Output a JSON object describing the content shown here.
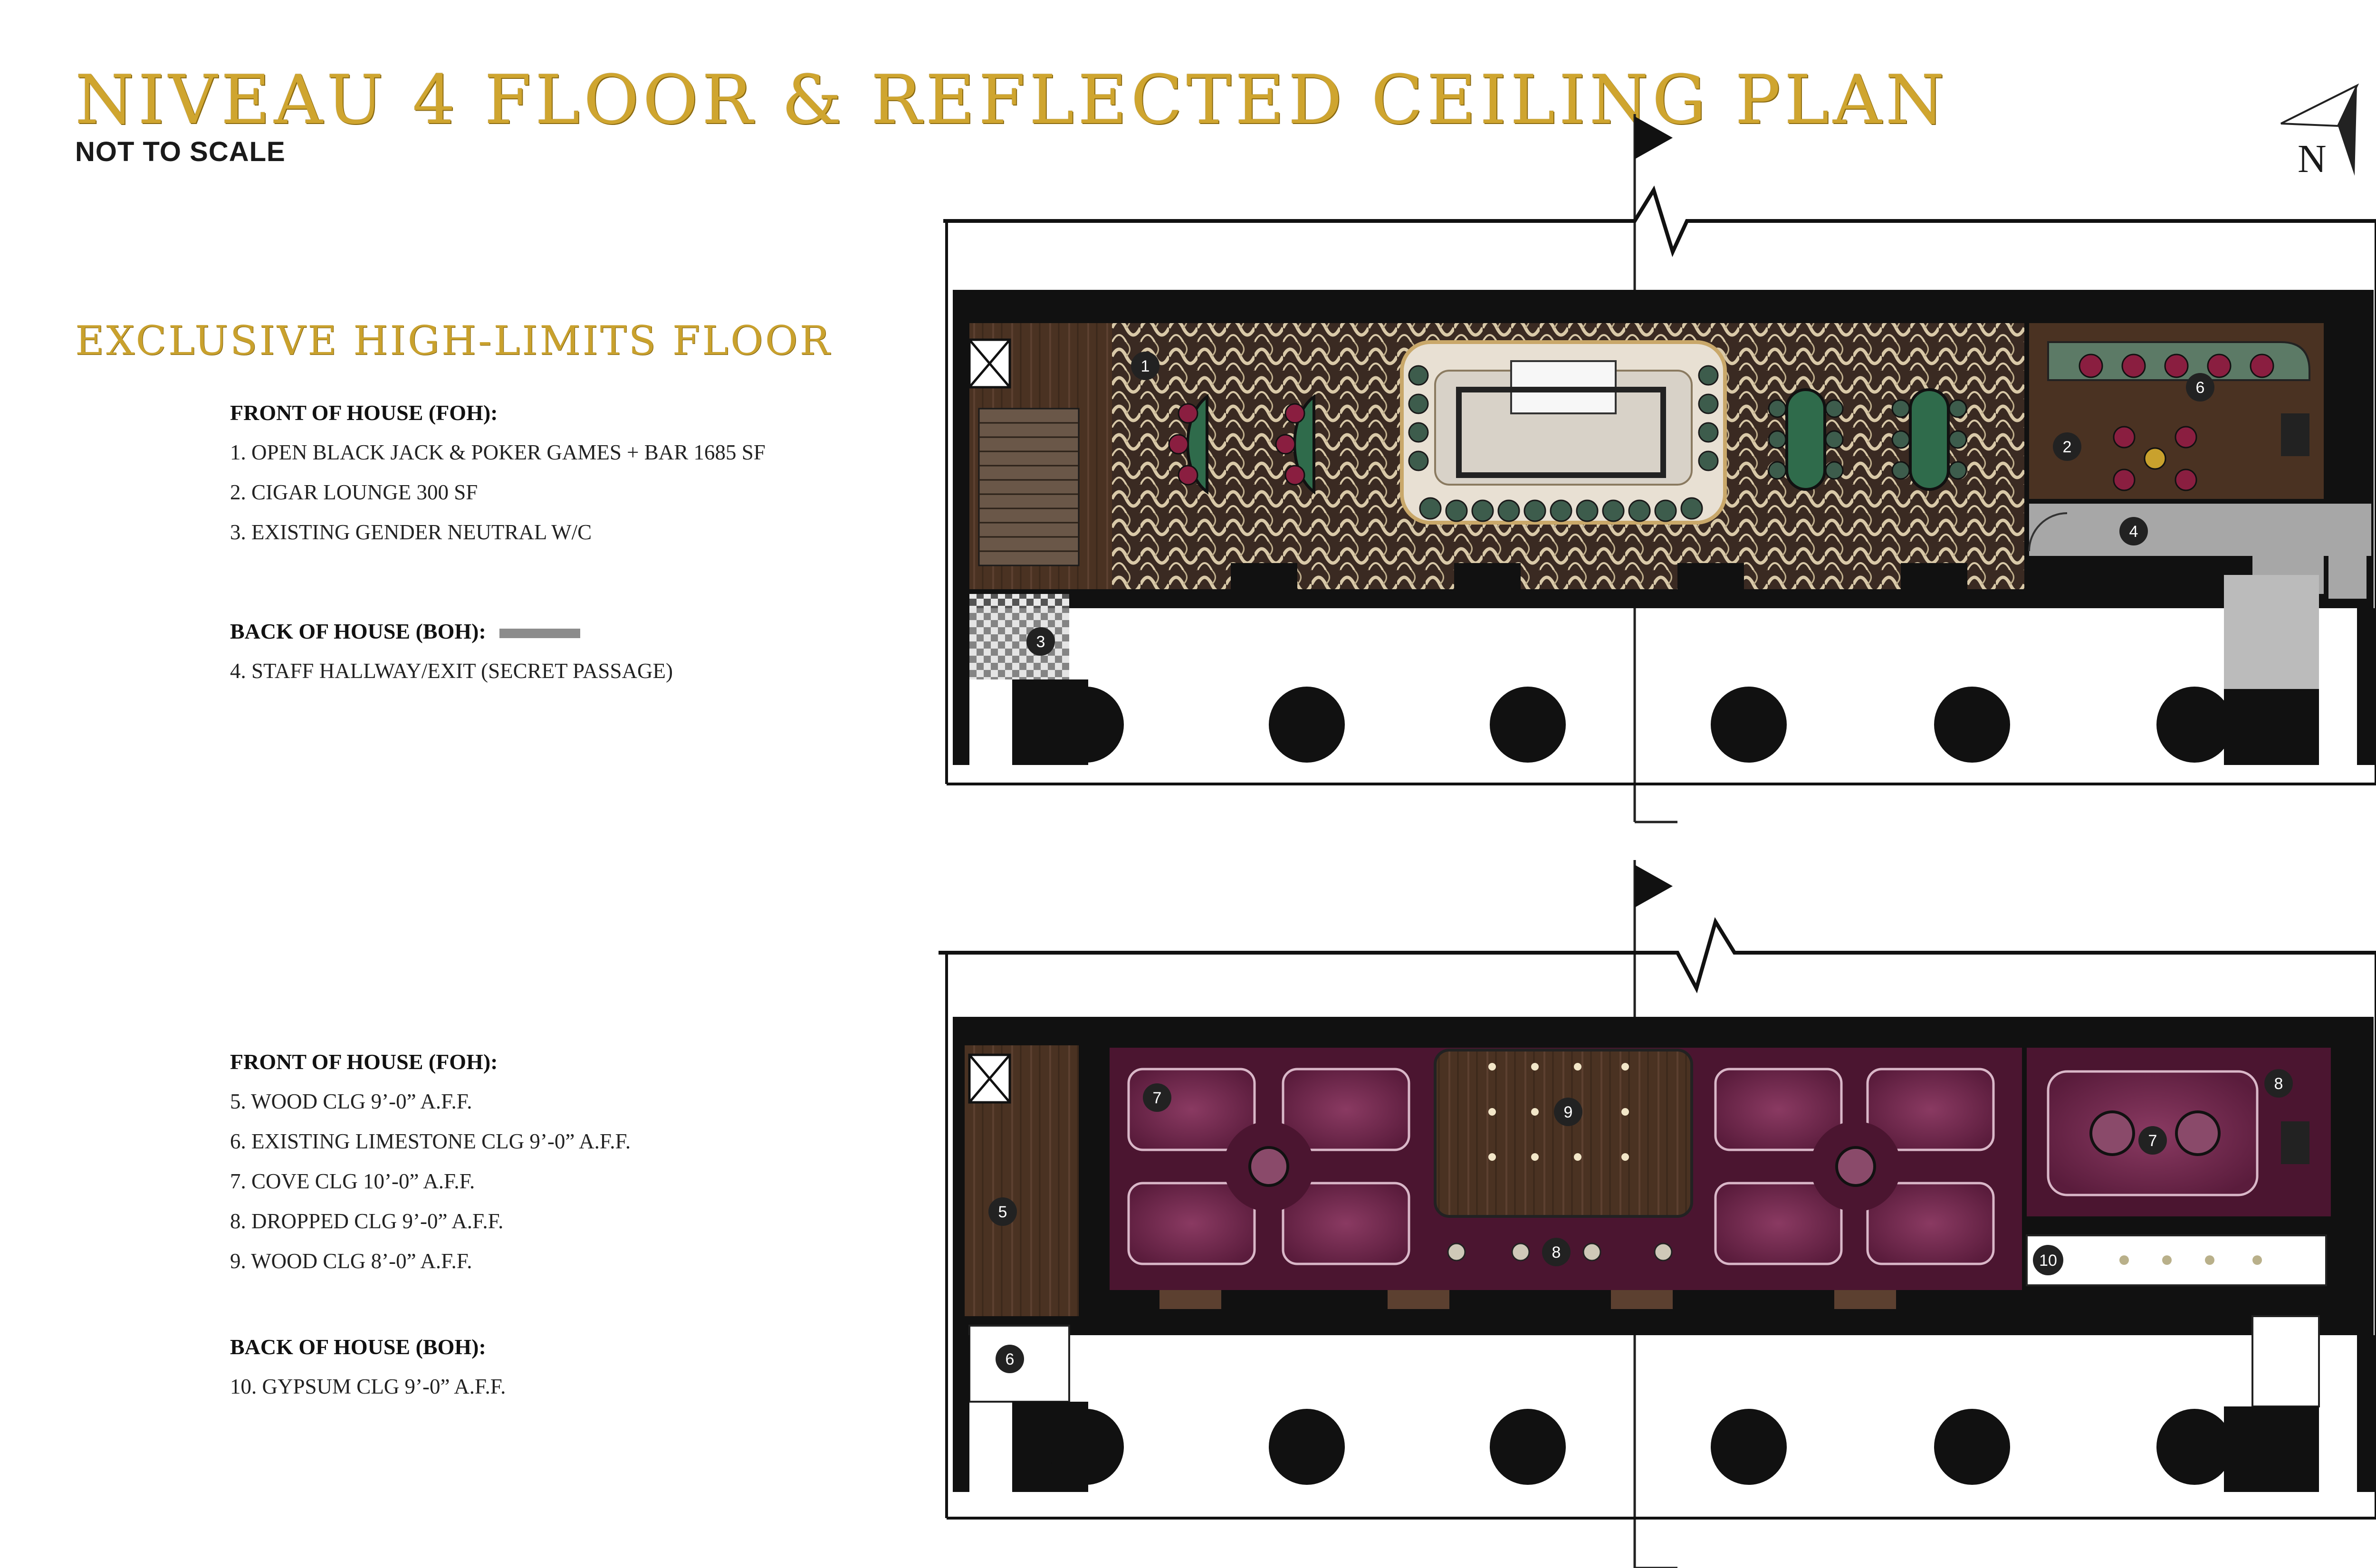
{
  "title": "NIVEAU 4 FLOOR & REFLECTED CEILING PLAN",
  "subtitle": "NOT TO SCALE",
  "section_title": "EXCLUSIVE HIGH-LIMITS FLOOR",
  "north_label": "N",
  "floor_legend": {
    "foh_heading": "FRONT OF HOUSE (FOH):",
    "foh_items": [
      "1. OPEN BLACK JACK & POKER GAMES + BAR 1685 SF",
      "2. CIGAR LOUNGE 300 SF",
      "3. EXISTING GENDER NEUTRAL W/C"
    ],
    "boh_heading": "BACK OF HOUSE (BOH):",
    "boh_items": [
      "4. STAFF HALLWAY/EXIT (SECRET PASSAGE)"
    ]
  },
  "ceiling_legend": {
    "foh_heading": "FRONT OF HOUSE (FOH):",
    "foh_items": [
      "5. WOOD CLG 9’-0” A.F.F.",
      "6. EXISTING LIMESTONE CLG 9’-0” A.F.F.",
      "7. COVE CLG 10’-0” A.F.F.",
      "8. DROPPED CLG 9’-0” A.F.F.",
      "9. WOOD CLG 8’-0” A.F.F."
    ],
    "boh_heading": "BACK OF HOUSE (BOH):",
    "boh_items": [
      "10. GYPSUM CLG  9’-0” A.F.F."
    ]
  },
  "floor_plan_tags": [
    "1",
    "2",
    "3",
    "4",
    "6"
  ],
  "ceiling_plan_tags": [
    "7",
    "9",
    "7",
    "8",
    "5",
    "8",
    "10",
    "6"
  ],
  "colors": {
    "gold": "#cfa52f",
    "wall": "#111111",
    "wood": "#4a3222",
    "carpet_dark": "#3a2a22",
    "carpet_light": "#d9c9a8",
    "plum": "#4b1530",
    "cove": "#6e2a4c",
    "felt_green": "#2f6b4b",
    "staff_grey": "#a7a7a7"
  }
}
